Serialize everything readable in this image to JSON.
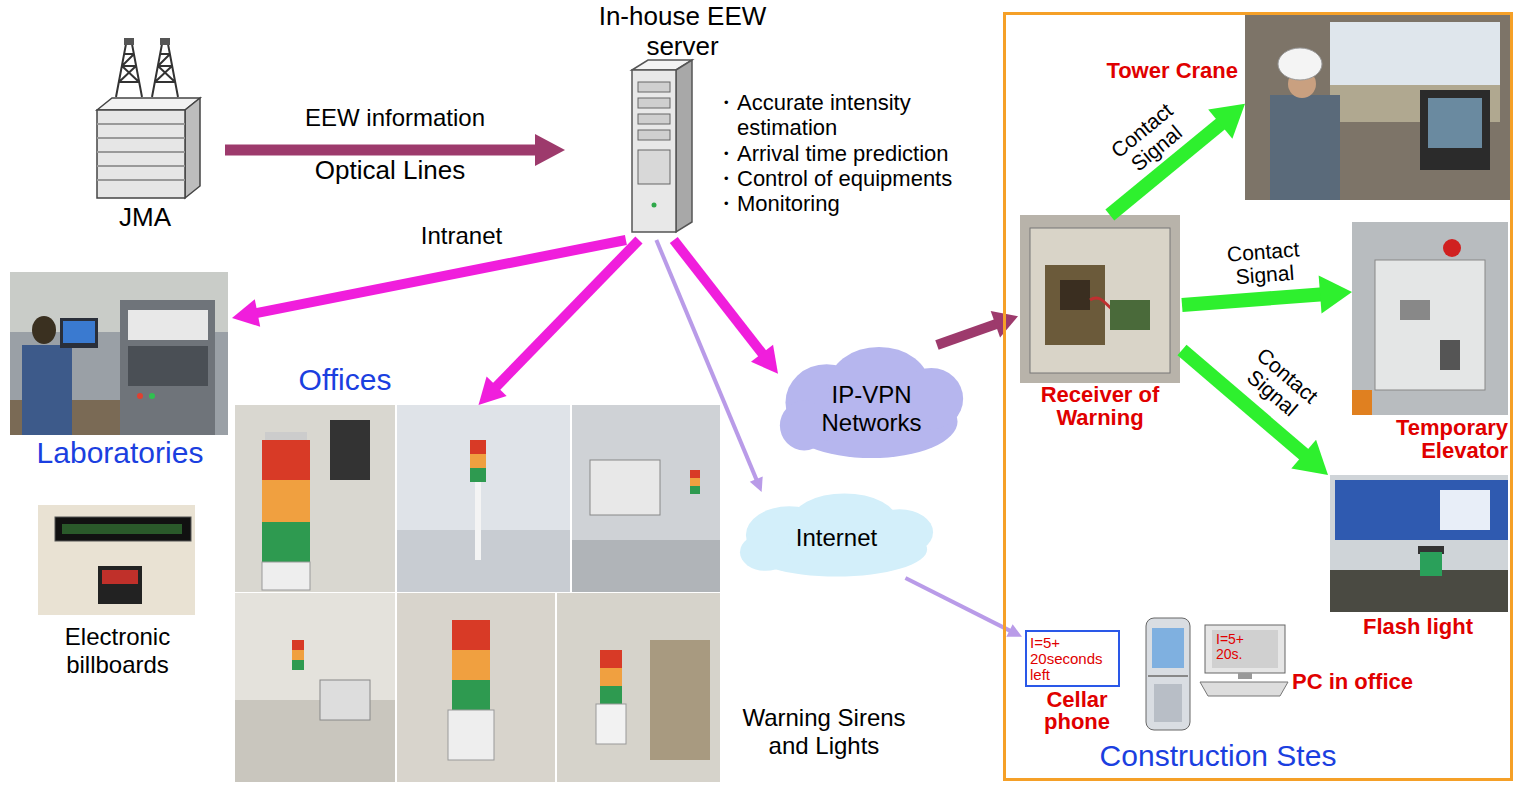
{
  "diagram": {
    "nodes": [
      {
        "text": [
          "JMA"
        ]
      },
      {
        "text": [
          "In-house EEW server",
          "・Accurate intensity estimation",
          "・Arrival time prediction",
          "・Control of equipments",
          "・Monitoring"
        ]
      },
      {
        "text": [
          "Laboratories"
        ]
      },
      {
        "text": [
          "Offices"
        ]
      },
      {
        "text": [
          "Electronic billboards"
        ]
      },
      {
        "text": [
          "IP-VPN Networks"
        ]
      },
      {
        "text": [
          "Internet"
        ]
      },
      {
        "text": [
          "Construction Stes"
        ]
      },
      {
        "text": [
          "Tower Crane"
        ],
        "in": 7
      },
      {
        "text": [
          "Receiver of Warning"
        ],
        "in": 7
      },
      {
        "text": [
          "Temporary Elevator"
        ],
        "in": 7
      },
      {
        "text": [
          "Flash light"
        ],
        "in": 7
      },
      {
        "text": [
          "I=5+ 20seconds left",
          "Cellar phone"
        ],
        "in": 7
      },
      {
        "text": [
          "I=5+ 20s.",
          "PC in office"
        ],
        "in": 7
      }
    ],
    "edges": [
      {
        "from": 0,
        "to": 1,
        "arrow": "to",
        "label": "EEW information"
      },
      {
        "from": 1,
        "to": 2,
        "arrow": "to",
        "label": "Intranet"
      },
      {
        "from": 1,
        "to": 3,
        "arrow": "to"
      },
      {
        "from": 1,
        "to": 5,
        "arrow": "to"
      },
      {
        "from": 1,
        "to": 6,
        "arrow": "to"
      },
      {
        "from": 5,
        "to": 9,
        "arrow": "to"
      },
      {
        "from": 6,
        "to": 12,
        "arrow": "to"
      },
      {
        "from": 9,
        "to": 8,
        "arrow": "to",
        "label": "Contact Signal"
      },
      {
        "from": 9,
        "to": 10,
        "arrow": "to",
        "label": "Contact Signal"
      },
      {
        "from": 9,
        "to": 11,
        "arrow": "to",
        "label": "Contact Signal"
      }
    ],
    "labels": [
      "Optical Lines",
      "Warning Sirens and Lights"
    ]
  }
}
